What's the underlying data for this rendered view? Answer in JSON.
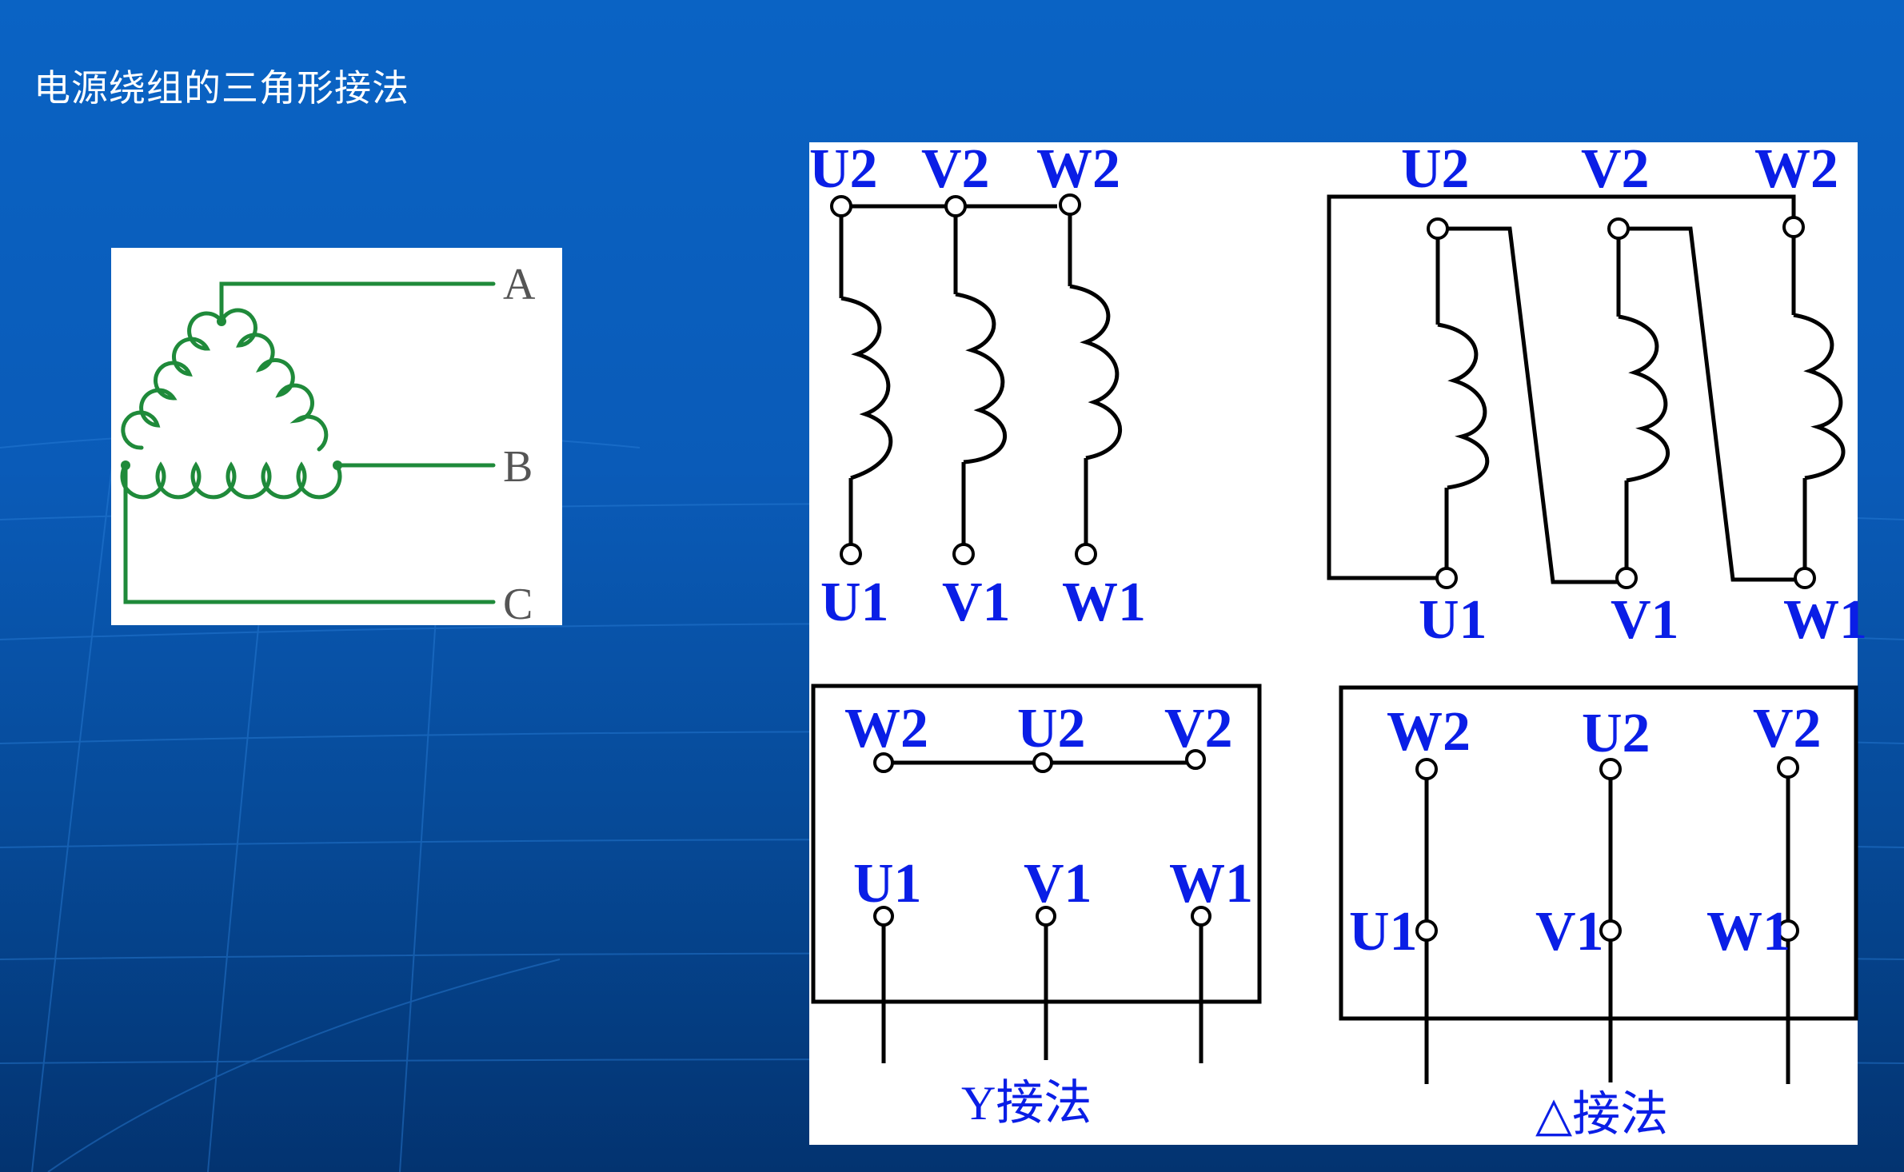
{
  "slide": {
    "title": "电源绕组的三角形接法"
  },
  "left_diagram": {
    "terminals": [
      "A",
      "B",
      "C"
    ],
    "colors": {
      "wire": "#1f8a3a",
      "label": "#555555"
    }
  },
  "right_diagram": {
    "colors": {
      "label": "#0a1ee6",
      "line": "#000000"
    },
    "star_windings": {
      "top": [
        "U2",
        "V2",
        "W2"
      ],
      "bottom": [
        "U1",
        "V1",
        "W1"
      ]
    },
    "delta_windings": {
      "top": [
        "U2",
        "V2",
        "W2"
      ],
      "bottom": [
        "U1",
        "V1",
        "W1"
      ]
    },
    "star_box": {
      "top": [
        "W2",
        "U2",
        "V2"
      ],
      "bottom": [
        "U1",
        "V1",
        "W1"
      ],
      "caption": "Y接法"
    },
    "delta_box": {
      "top": [
        "W2",
        "U2",
        "V2"
      ],
      "bottom": [
        "U1",
        "V1",
        "W1"
      ],
      "caption": "△接法"
    }
  }
}
